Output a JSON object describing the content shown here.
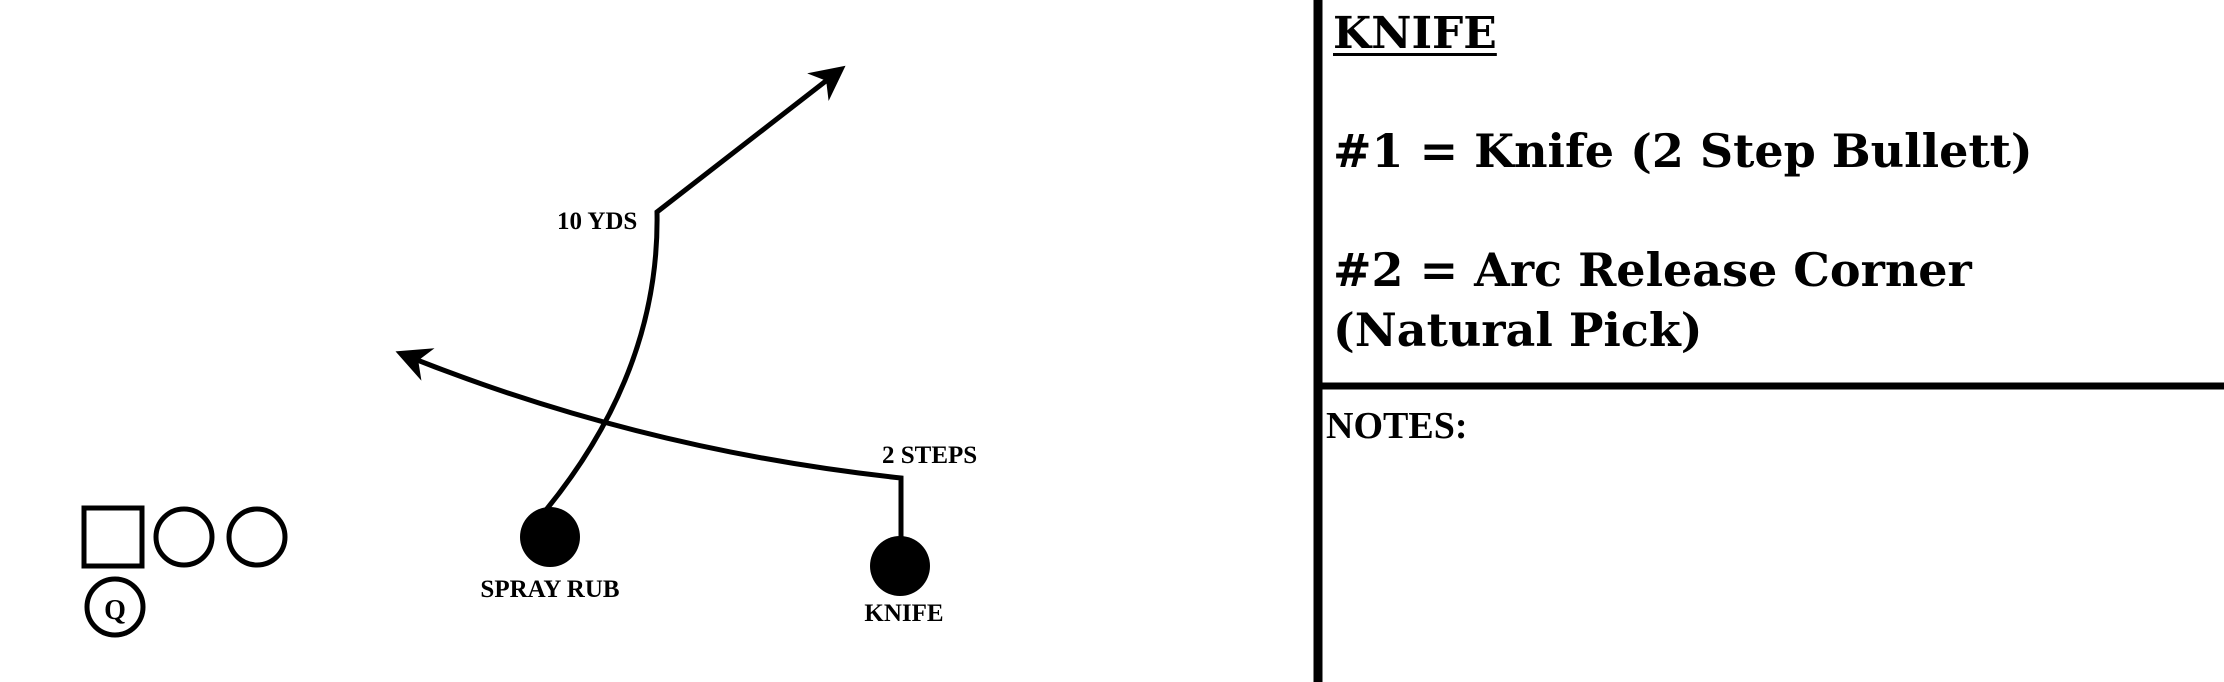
{
  "play": {
    "title": "KNIFE",
    "assignment_1": "#1 = Knife (2 Step Bullett)",
    "assignment_2": "#2 = Arc Release Corner (Natural Pick)",
    "notes_label": "NOTES:"
  },
  "diagram": {
    "qb_label": "Q",
    "receivers": [
      {
        "name": "SPRAY RUB"
      },
      {
        "name": "KNIFE"
      }
    ],
    "annotations": {
      "corner_break": "10 YDS",
      "knife_stem": "2 STEPS"
    },
    "colors": {
      "ink": "#000000",
      "background": "#ffffff"
    }
  }
}
